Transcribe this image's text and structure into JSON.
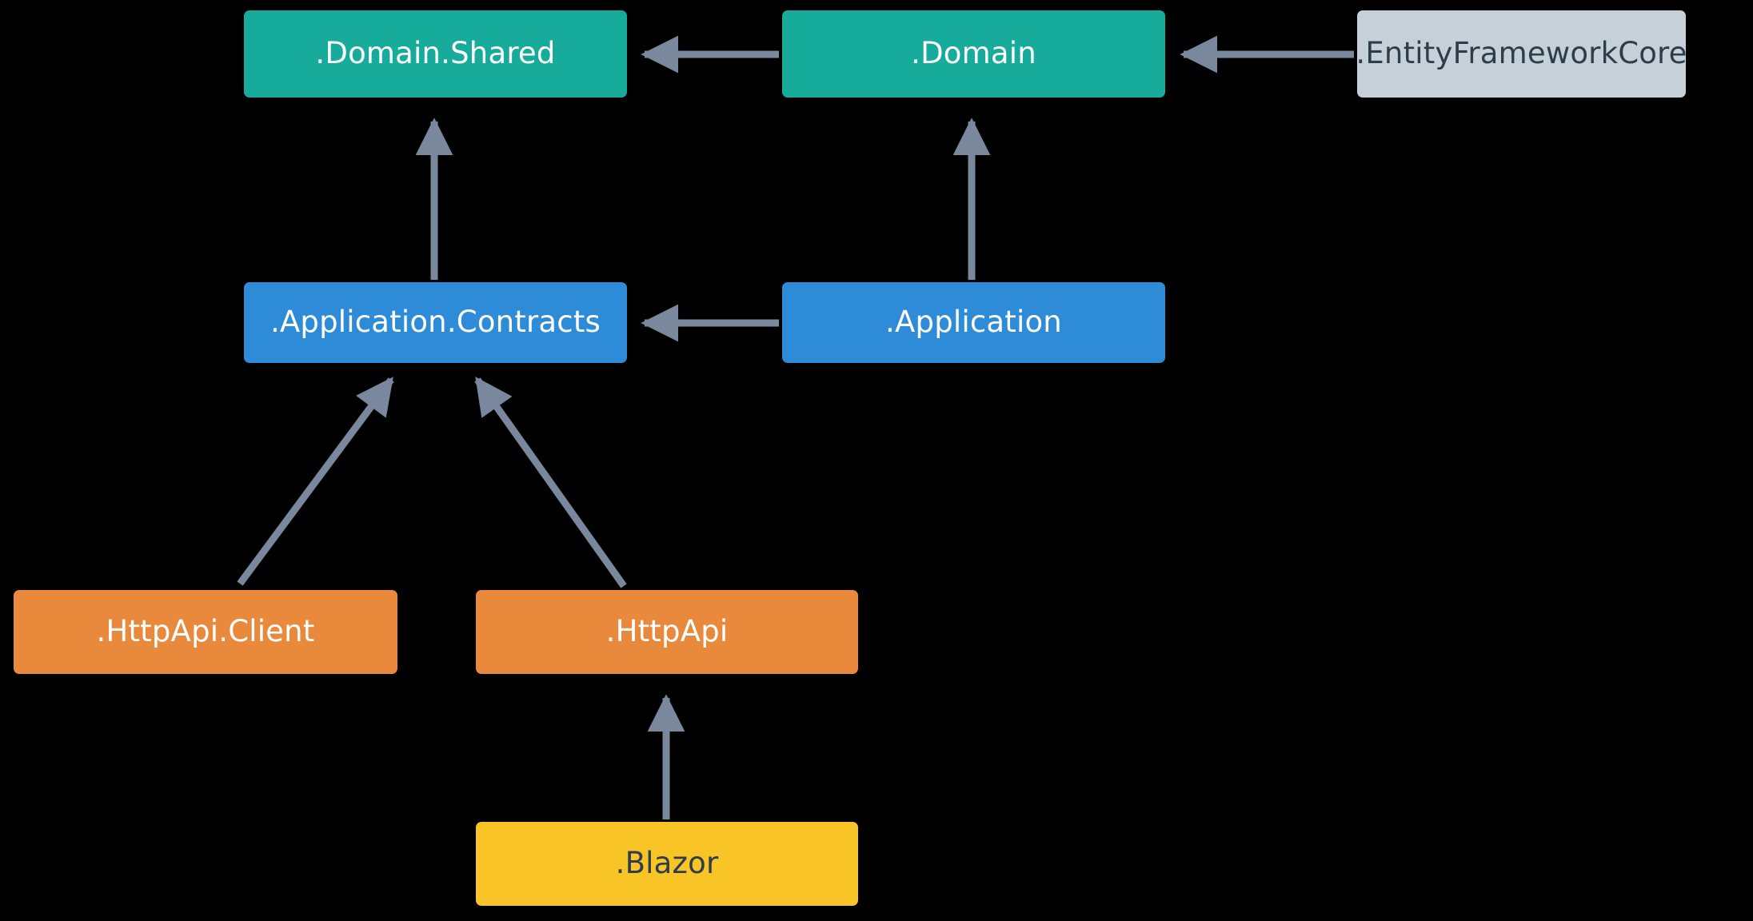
{
  "diagram": {
    "title": "ABP module dependency diagram",
    "background_color": "#000000",
    "arrow_color": "#79889c",
    "palette": {
      "domain_teal": "#17ab9c",
      "application_blue": "#2e8bd8",
      "httpapi_orange": "#e8893c",
      "ui_yellow": "#f9c425",
      "infrastructure_gray": "#c6d0d9",
      "text_light": "#ffffff",
      "text_dark": "#2e3d4c"
    },
    "nodes": [
      {
        "id": "domain-shared",
        "label": ".Domain.Shared",
        "fill": "#17ab9c",
        "text_color": "#ffffff"
      },
      {
        "id": "domain",
        "label": ".Domain",
        "fill": "#17ab9c",
        "text_color": "#ffffff"
      },
      {
        "id": "entityframeworkcore",
        "label": ".EntityFrameworkCore",
        "fill": "#c6d0d9",
        "text_color": "#2e3d4c"
      },
      {
        "id": "application-contracts",
        "label": ".Application.Contracts",
        "fill": "#2e8bd8",
        "text_color": "#ffffff"
      },
      {
        "id": "application",
        "label": ".Application",
        "fill": "#2e8bd8",
        "text_color": "#ffffff"
      },
      {
        "id": "httpapi-client",
        "label": ".HttpApi.Client",
        "fill": "#e8893c",
        "text_color": "#ffffff"
      },
      {
        "id": "httpapi",
        "label": ".HttpApi",
        "fill": "#e8893c",
        "text_color": "#ffffff"
      },
      {
        "id": "blazor",
        "label": ".Blazor",
        "fill": "#f9c425",
        "text_color": "#2e3d4c"
      }
    ],
    "edges": [
      {
        "id": "domain-to-domain-shared",
        "from": ".Domain",
        "to": ".Domain.Shared",
        "direction": "left"
      },
      {
        "id": "efcore-to-domain",
        "from": ".EntityFrameworkCore",
        "to": ".Domain",
        "direction": "left"
      },
      {
        "id": "app-contracts-to-domain-shared",
        "from": ".Application.Contracts",
        "to": ".Domain.Shared",
        "direction": "up"
      },
      {
        "id": "application-to-domain",
        "from": ".Application",
        "to": ".Domain",
        "direction": "up"
      },
      {
        "id": "application-to-app-contracts",
        "from": ".Application",
        "to": ".Application.Contracts",
        "direction": "left"
      },
      {
        "id": "httpapi-client-to-app-contracts",
        "from": ".HttpApi.Client",
        "to": ".Application.Contracts",
        "direction": "up-right"
      },
      {
        "id": "httpapi-to-app-contracts",
        "from": ".HttpApi",
        "to": ".Application.Contracts",
        "direction": "up-left"
      },
      {
        "id": "blazor-to-httpapi",
        "from": ".Blazor",
        "to": ".HttpApi",
        "direction": "up"
      }
    ]
  }
}
